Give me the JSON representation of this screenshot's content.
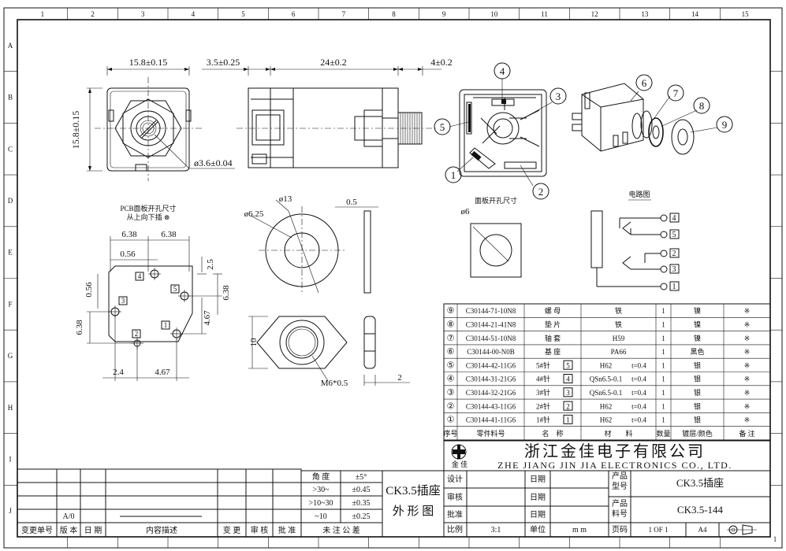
{
  "border": {
    "cols": [
      "1",
      "2",
      "3",
      "4",
      "5",
      "6",
      "7",
      "8",
      "9",
      "10",
      "11",
      "12",
      "13",
      "14",
      "15"
    ],
    "rows": [
      "A",
      "B",
      "C",
      "D",
      "E",
      "F",
      "G",
      "H",
      "I",
      "J"
    ],
    "sheet_index": "1"
  },
  "dims": {
    "front_width": "15.8±0.15",
    "front_height": "15.8±0.15",
    "hole_dia": "ø3.6±0.04",
    "side_a": "3.5±0.25",
    "side_b": "24±0.2",
    "side_c": "4±0.2",
    "washer_od": "ø13",
    "washer_id": "ø6.25",
    "washer_thk": "0.5",
    "nut_height": "10",
    "nut_thread": "M6*0.5",
    "nut_thk": "2",
    "panel_hole": "ø6"
  },
  "pcb": {
    "title": "PCB面板开孔尺寸",
    "subtitle": "从上向下插 ⊗",
    "d1": "6.38",
    "d2": "6.38",
    "d3": "0.56",
    "d4": "2.5",
    "d5": "0.56",
    "d6": "6.38",
    "d7": "6.38",
    "d8": "4.67",
    "d9": "2.4",
    "d10": "4.67",
    "pins": [
      "4",
      "5",
      "3",
      "2",
      "1"
    ]
  },
  "panel_label": "面板开孔尺寸",
  "circuit_label": "电路图",
  "callouts": [
    "4",
    "3",
    "5",
    "1",
    "2",
    "6",
    "7",
    "8",
    "9"
  ],
  "circuit_pins": [
    "4",
    "5",
    "2",
    "3",
    "1"
  ],
  "bom": {
    "rows": [
      {
        "no": "⑨",
        "code": "C30144-71-10N8",
        "name": "螺 母",
        "box": "",
        "mat": "铁",
        "thk": "",
        "qty": "1",
        "fin": "镍",
        "note": "※"
      },
      {
        "no": "⑧",
        "code": "C30144-21-41N8",
        "name": "垫 片",
        "box": "",
        "mat": "铁",
        "thk": "",
        "qty": "1",
        "fin": "镍",
        "note": "※"
      },
      {
        "no": "⑦",
        "code": "C30144-51-10N8",
        "name": "轴 套",
        "box": "",
        "mat": "H59",
        "thk": "",
        "qty": "1",
        "fin": "镍",
        "note": "※"
      },
      {
        "no": "⑥",
        "code": "C30144-00-N0B",
        "name": "基 座",
        "box": "",
        "mat": "PA66",
        "thk": "",
        "qty": "1",
        "fin": "黑色",
        "note": "※"
      },
      {
        "no": "⑤",
        "code": "C30144-42-11G6",
        "name": "5#针",
        "box": "5",
        "mat": "H62",
        "thk": "t=0.4",
        "qty": "1",
        "fin": "银",
        "note": "※"
      },
      {
        "no": "④",
        "code": "C30144-31-21G6",
        "name": "4#针",
        "box": "4",
        "mat": "QSn6.5-0.1",
        "thk": "t=0.4",
        "qty": "1",
        "fin": "银",
        "note": "※"
      },
      {
        "no": "③",
        "code": "C30144-32-21G6",
        "name": "3#针",
        "box": "3",
        "mat": "QSn6.5-0.1",
        "thk": "t=0.4",
        "qty": "1",
        "fin": "银",
        "note": "※"
      },
      {
        "no": "②",
        "code": "C30144-43-11G6",
        "name": "2#针",
        "box": "2",
        "mat": "H62",
        "thk": "t=0.4",
        "qty": "1",
        "fin": "银",
        "note": "※"
      },
      {
        "no": "①",
        "code": "C30144-41-11G6",
        "name": "1#针",
        "box": "1",
        "mat": "H62",
        "thk": "t=0.4",
        "qty": "1",
        "fin": "银",
        "note": "※"
      }
    ],
    "headers": {
      "no": "序号",
      "code": "零件料号",
      "name": "名　称",
      "mat": "材　　料",
      "qty": "数量",
      "fin": "镀层/颜色",
      "note": "备 注"
    }
  },
  "company": {
    "cn": "浙江金佳电子有限公司",
    "en": "ZHE JIANG JIN JIA ELECTRONICS CO., LTD.",
    "logo_small": "金 佳"
  },
  "title_block": {
    "design": "设计",
    "check": "审核",
    "approve": "批准",
    "scale_label": "比例",
    "scale": "3:1",
    "date": "日期",
    "unit_label": "单位",
    "unit": "m m",
    "product_model_l1": "产品",
    "product_model_l2": "型号",
    "product_model": "CK3.5插座",
    "product_code_l1": "产品",
    "product_code_l2": "料号",
    "product_code": "CK3.5-144",
    "page_label": "页码",
    "page": "1 OF 1",
    "size": "A4",
    "drawing_title_1": "CK3.5插座",
    "drawing_title_2": "外 形 图"
  },
  "tolerance": {
    "angle_label": "角 度",
    "angle_val": "±5°",
    "r1": ">30~",
    "v1": "±0.45",
    "r2": ">10~30",
    "v2": "±0.35",
    "r3": "~10",
    "v3": "±0.25",
    "footer": "未 注 公 差"
  },
  "revision": {
    "version": "A/0",
    "h_mark": "变更单号",
    "h_ver": "版 本",
    "h_date": "日 期",
    "h_desc": "内容描述",
    "h_change": "变 更",
    "h_check": "审 核",
    "h_approve": "批 准"
  }
}
